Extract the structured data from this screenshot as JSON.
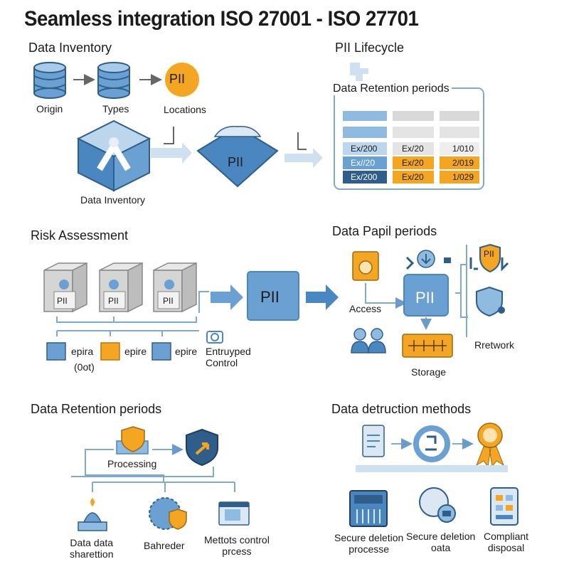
{
  "title": "Seamless integration ISO 27001 - ISO 27701",
  "colors": {
    "blue": "#4a86c0",
    "light_blue": "#8fbbe0",
    "orange": "#f4a623",
    "gray": "#d9d9d9",
    "dark": "#1b1b1b"
  },
  "inventory": {
    "heading": "Data Inventory",
    "origin": "Origin",
    "types": "Types",
    "locations": "Locations",
    "pii_badge": "PII",
    "box_label": "Data Inventory",
    "pii_diamond": "PII"
  },
  "lifecycle": {
    "heading": "PII Lifecycle",
    "table_title": "Data Retention periods",
    "rows": [
      [
        "Ex/200",
        "Ex/20",
        "1/010"
      ],
      [
        "Ex//20",
        "Ex/20",
        "2/019"
      ],
      [
        "Ex/200",
        "Ex/20",
        "1/029"
      ]
    ]
  },
  "risk": {
    "heading": "Risk Assessment",
    "servers": [
      "PII",
      "PII",
      "PII"
    ],
    "center": "PII",
    "item1": "epira",
    "item1_sub": "(0ot)",
    "item2": "epire",
    "item3": "epire",
    "control": "Entruyped\nControl"
  },
  "papil": {
    "heading": "Data Papil periods",
    "access": "Access",
    "center": "PII",
    "shield": "PII",
    "network": "Rretwork",
    "storage": "Storage"
  },
  "retention": {
    "heading": "Data Retention periods",
    "processing": "Processing",
    "item1": "Data data\nsharettion",
    "item2": "Bahreder",
    "item3": "Mettots control\nprcess"
  },
  "destruction": {
    "heading": "Data detruction methods",
    "item1": "Secure deletion\nprocesse",
    "item2": "Secure deletion\noata",
    "item3": "Compliant\ndisposal"
  }
}
